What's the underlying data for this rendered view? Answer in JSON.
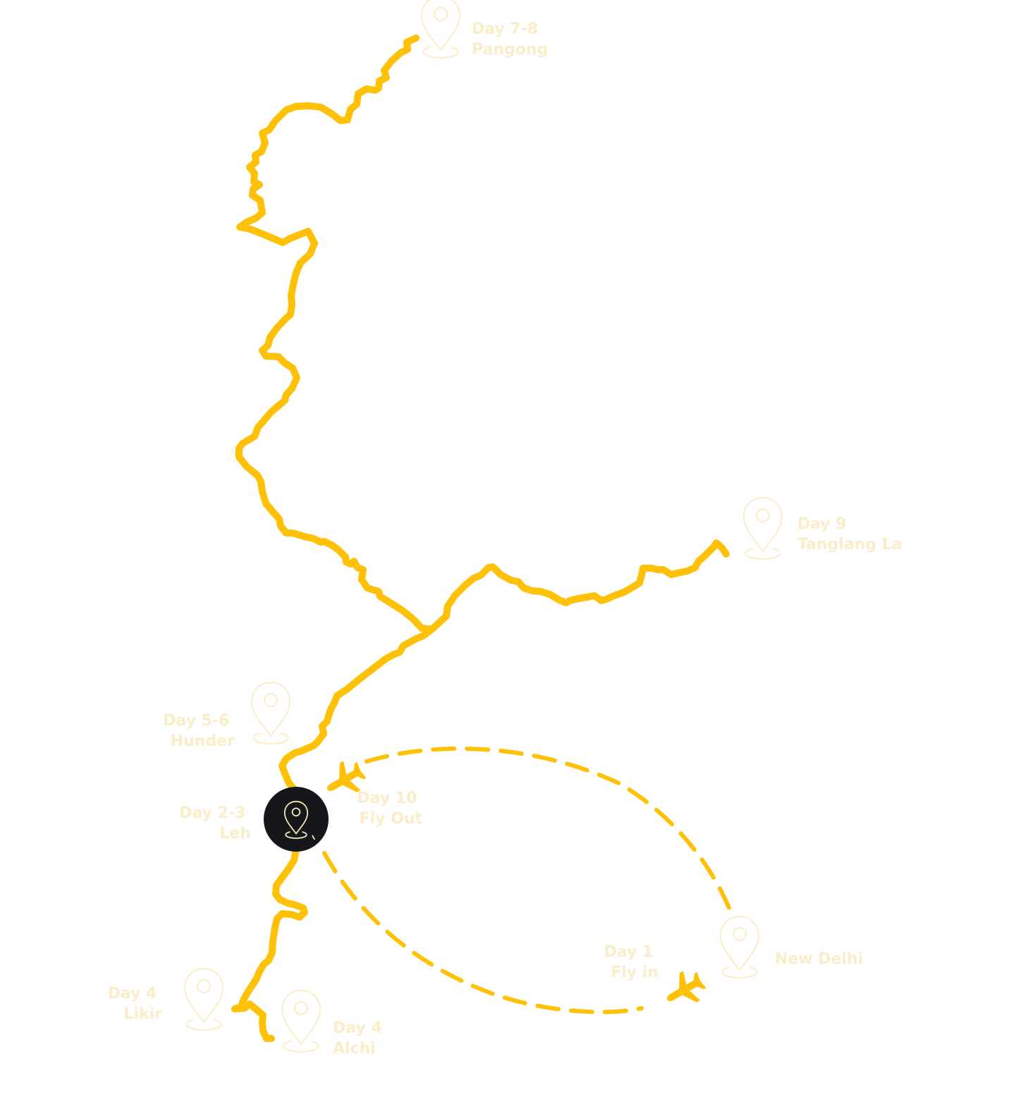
{
  "colors": {
    "route": "#FFC107",
    "label": "#FBEDC9",
    "pin": "#FBEDC9",
    "marker_bg": "#15171B",
    "marker_icon": "#F5E6B8"
  },
  "map": {
    "stops": [
      {
        "id": "pangong",
        "day": "Day 7-8",
        "place": "Pangong"
      },
      {
        "id": "tanglang",
        "day": "Day 9",
        "place": "Tanglang La"
      },
      {
        "id": "hunder",
        "day": "Day 5-6",
        "place": "Hunder"
      },
      {
        "id": "flyout",
        "day": "Day 10",
        "place": "Fly Out"
      },
      {
        "id": "leh",
        "day": "Day 2-3",
        "place": "Leh"
      },
      {
        "id": "flyin",
        "day": "Day 1",
        "place": "Fly in"
      },
      {
        "id": "newdelhi",
        "day": "",
        "place": "New Delhi"
      },
      {
        "id": "likir",
        "day": "Day 4",
        "place": "Likir"
      },
      {
        "id": "alchi",
        "day": "Day 4",
        "place": "Alchi"
      }
    ],
    "icons": {
      "pin": "map-pin-icon",
      "plane": "airplane-icon",
      "current": "current-location-icon"
    }
  }
}
